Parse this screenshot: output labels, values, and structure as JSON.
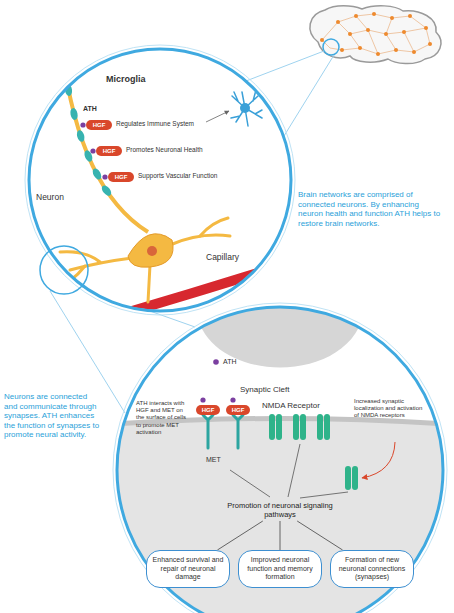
{
  "diagram": {
    "nodes": [
      {
        "text": [
          "HGF"
        ]
      },
      {
        "text": [
          "HGF"
        ]
      },
      {
        "text": [
          "HGF"
        ]
      },
      {
        "text": [
          "HGF"
        ]
      },
      {
        "text": [
          "HGF"
        ]
      },
      {
        "text": [
          "Promotion of neuronal signaling pathways"
        ]
      },
      {
        "text": [
          "Enhanced survival and repair of neuronal damage"
        ]
      },
      {
        "text": [
          "Improved neuronal function and memory formation"
        ]
      },
      {
        "text": [
          "Formation of new neuronal connections (synapses)"
        ]
      }
    ],
    "edges": [
      {
        "from": 5,
        "to": 6,
        "arrow": "none"
      },
      {
        "from": 5,
        "to": 7,
        "arrow": "none"
      },
      {
        "from": 5,
        "to": 8,
        "arrow": "none"
      }
    ],
    "labels": [
      "Microglia",
      "ATH",
      "Regulates Immune System",
      "Promotes Neuronal Health",
      "Supports Vascular Function",
      "Neuron",
      "Capillary",
      "Brain networks are comprised of connected neurons. By enhancing neuron health and function ATH helps to restore brain networks.",
      "Neurons are connected and communicate through synapses. ATH enhances the function of synapses to promote neural activity.",
      "ATH",
      "Synaptic Cleft",
      "NMDA Receptor",
      "ATH interacts with HGF and MET on the surface of cells to promote MET activation",
      "MET",
      "Increased synaptic localization and activation of NMDA receptors"
    ]
  }
}
